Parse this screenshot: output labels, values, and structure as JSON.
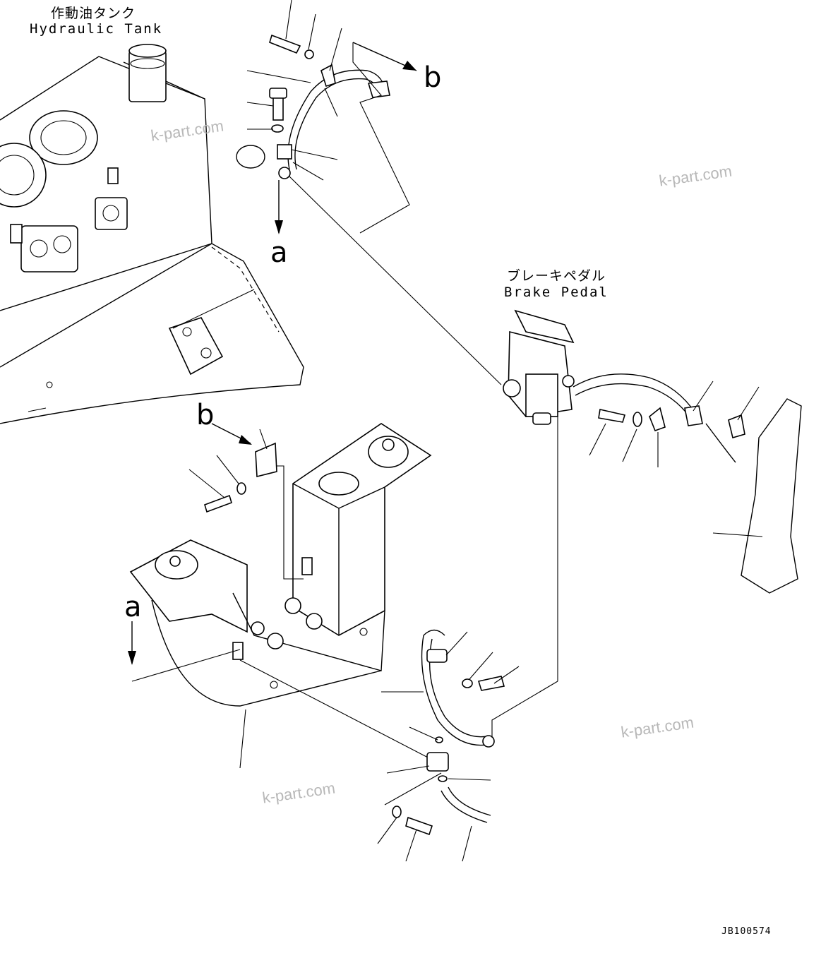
{
  "labels": {
    "hydraulic_tank_jp": "作動油タンク",
    "hydraulic_tank_en": "Hydraulic Tank",
    "brake_pedal_jp": "ブレーキペダル",
    "brake_pedal_en": "Brake Pedal"
  },
  "connection_markers": {
    "a_top": "a",
    "b_top": "b",
    "a_left": "a",
    "b_left": "b"
  },
  "watermarks": [
    "k-part.com",
    "k-part.com",
    "k-part.com",
    "k-part.com"
  ],
  "drawing_id": "JB100574"
}
